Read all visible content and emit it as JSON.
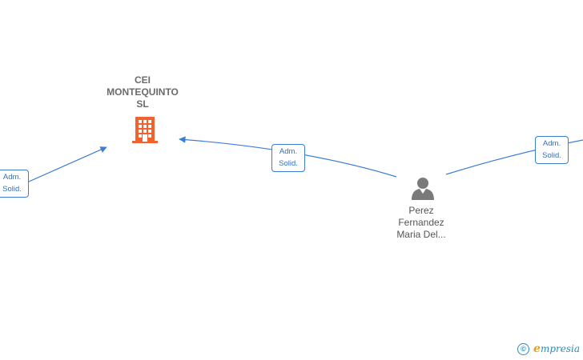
{
  "nodes": {
    "company": {
      "name_line1": "CEI",
      "name_line2": "MONTEQUINTO",
      "name_line3": "SL",
      "icon": "building-icon",
      "color": "#f2622e"
    },
    "person": {
      "name_line1": "Perez",
      "name_line2": "Fernandez",
      "name_line3": "Maria Del...",
      "icon": "person-icon",
      "color": "#7a7a7a"
    }
  },
  "edges": [
    {
      "line1": "Adm.",
      "line2": "Solid."
    },
    {
      "line1": "Adm.",
      "line2": "Solid."
    },
    {
      "line1": "Adm.",
      "line2": "Solid."
    }
  ],
  "footer": {
    "copyright_symbol": "©",
    "brand_first": "e",
    "brand_rest": "mpresia"
  },
  "colors": {
    "edge": "#3b7fd3",
    "brand": "#2f8ab3",
    "brand_accent": "#e8a020"
  }
}
